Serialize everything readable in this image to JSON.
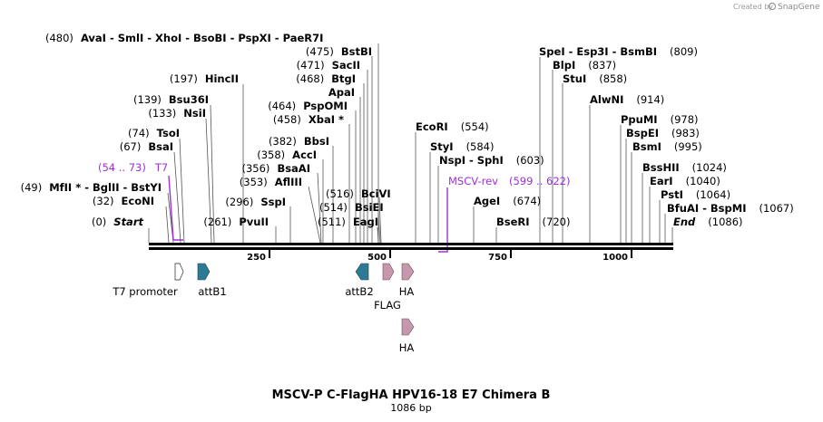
{
  "watermark": {
    "prefix": "Created by",
    "brand": "SnapGene"
  },
  "map": {
    "title": "MSCV-P C-FlagHA HPV16-18 E7 Chimera B",
    "length_label": "1086 bp",
    "length": 1086
  },
  "ruler": {
    "ticks": [
      250,
      500,
      750,
      1000
    ]
  },
  "colors": {
    "backbone": "#000000",
    "primer": "#9b30d9",
    "att": "#2d7a96",
    "tag": "#c897ad",
    "promoter": "#ffffff"
  },
  "sites": [
    {
      "pos": "(480)",
      "text": "AvaI  - SmlI  - XhoI  - BsoBI  - PspXI  - PaeR7I",
      "bp": 480
    },
    {
      "pos": "(475)",
      "text": "BstBI",
      "bp": 475
    },
    {
      "pos": "(471)",
      "text": "SacII",
      "bp": 471
    },
    {
      "pos": "(468)",
      "text": "BtgI",
      "bp": 468
    },
    {
      "pos": "",
      "text": "ApaI",
      "bp": 466
    },
    {
      "pos": "(464)",
      "text": "PspOMI",
      "bp": 464
    },
    {
      "pos": "(458)",
      "text": "XbaI *",
      "bp": 458
    },
    {
      "pos": "(382)",
      "text": "BbsI",
      "bp": 382
    },
    {
      "pos": "(358)",
      "text": "AccI",
      "bp": 358
    },
    {
      "pos": "(356)",
      "text": "BsaAI",
      "bp": 356
    },
    {
      "pos": "(353)",
      "text": "AflIII",
      "bp": 353
    },
    {
      "pos": "(296)",
      "text": "SspI",
      "bp": 296
    },
    {
      "pos": "(261)",
      "text": "PvuII",
      "bp": 261
    },
    {
      "pos": "(197)",
      "text": "HincII",
      "bp": 197
    },
    {
      "pos": "(139)",
      "text": "Bsu36I",
      "bp": 139
    },
    {
      "pos": "(133)",
      "text": "NsiI",
      "bp": 133
    },
    {
      "pos": "(74)",
      "text": "TsoI",
      "bp": 74
    },
    {
      "pos": "(67)",
      "text": "BsaI",
      "bp": 67
    },
    {
      "pos": "(49)",
      "text": "MfII * - BglII  - BstYI",
      "bp": 49
    },
    {
      "pos": "(32)",
      "text": "EcoNI",
      "bp": 32
    },
    {
      "pos": "(0)",
      "text": "Start",
      "bp": 0
    },
    {
      "pos": "(516)",
      "text": "BciVI",
      "bp": 516
    },
    {
      "pos": "(514)",
      "text": "BsiEI",
      "bp": 514
    },
    {
      "pos": "(511)",
      "text": "EagI",
      "bp": 511
    },
    {
      "pos": "(554)",
      "text": "EcoRI",
      "bp": 554
    },
    {
      "pos": "(584)",
      "text": "StyI",
      "bp": 584
    },
    {
      "pos": "(603)",
      "text": "NspI  - SphI",
      "bp": 603
    },
    {
      "pos": "(674)",
      "text": "AgeI",
      "bp": 674
    },
    {
      "pos": "(720)",
      "text": "BseRI",
      "bp": 720
    },
    {
      "pos": "(809)",
      "text": "SpeI  - Esp3I  - BsmBI",
      "bp": 809
    },
    {
      "pos": "(837)",
      "text": "BlpI",
      "bp": 837
    },
    {
      "pos": "(858)",
      "text": "StuI",
      "bp": 858
    },
    {
      "pos": "(914)",
      "text": "AlwNI",
      "bp": 914
    },
    {
      "pos": "(978)",
      "text": "PpuMI",
      "bp": 978
    },
    {
      "pos": "(983)",
      "text": "BspEI",
      "bp": 983
    },
    {
      "pos": "(995)",
      "text": "BsmI",
      "bp": 995
    },
    {
      "pos": "(1024)",
      "text": "BssHII",
      "bp": 1024
    },
    {
      "pos": "(1040)",
      "text": "EarI",
      "bp": 1040
    },
    {
      "pos": "(1064)",
      "text": "PstI",
      "bp": 1064
    },
    {
      "pos": "(1067)",
      "text": "BfuAI  - BspMI",
      "bp": 1067
    },
    {
      "pos": "(1086)",
      "text": "End",
      "bp": 1086
    }
  ],
  "primers": [
    {
      "name": "T7",
      "range": "(54 .. 73)"
    },
    {
      "name": "MSCV-rev",
      "range": "(599 .. 622)"
    }
  ],
  "features": [
    {
      "name": "T7 promoter",
      "type": "promoter"
    },
    {
      "name": "attB1",
      "type": "att"
    },
    {
      "name": "attB2",
      "type": "att"
    },
    {
      "name": "FLAG",
      "type": "tag"
    },
    {
      "name": "HA",
      "type": "tag"
    },
    {
      "name": "HA",
      "type": "tag"
    }
  ]
}
